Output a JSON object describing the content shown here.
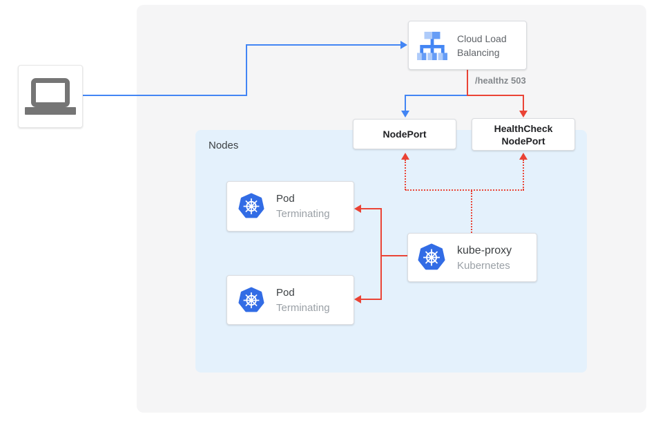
{
  "labels": {
    "nodes_panel": "Nodes",
    "healthz": "/healthz 503"
  },
  "nodes": {
    "client": {
      "icon": "laptop-icon"
    },
    "clb": {
      "title": "Cloud Load Balancing",
      "icon": "cloud-load-balancing-icon"
    },
    "nodeport": {
      "title": "NodePort"
    },
    "healthcheck_nodeport": {
      "title": "HealthCheck NodePort"
    },
    "pod1": {
      "title": "Pod",
      "status": "Terminating",
      "icon": "kubernetes-icon"
    },
    "pod2": {
      "title": "Pod",
      "status": "Terminating",
      "icon": "kubernetes-icon"
    },
    "kube_proxy": {
      "title": "kube-proxy",
      "subtitle": "Kubernetes",
      "icon": "kubernetes-icon"
    }
  },
  "colors": {
    "traffic_blue": "#4285f4",
    "health_red": "#ea4335",
    "outer_panel_bg": "#f5f5f6",
    "nodes_panel_bg": "#e4f1fc",
    "kubernetes_blue": "#326ce5",
    "title_text": "#3c4043",
    "subtitle_text": "#9aa0a6",
    "clb_text": "#5f6368",
    "healthz_text": "#84888c"
  }
}
